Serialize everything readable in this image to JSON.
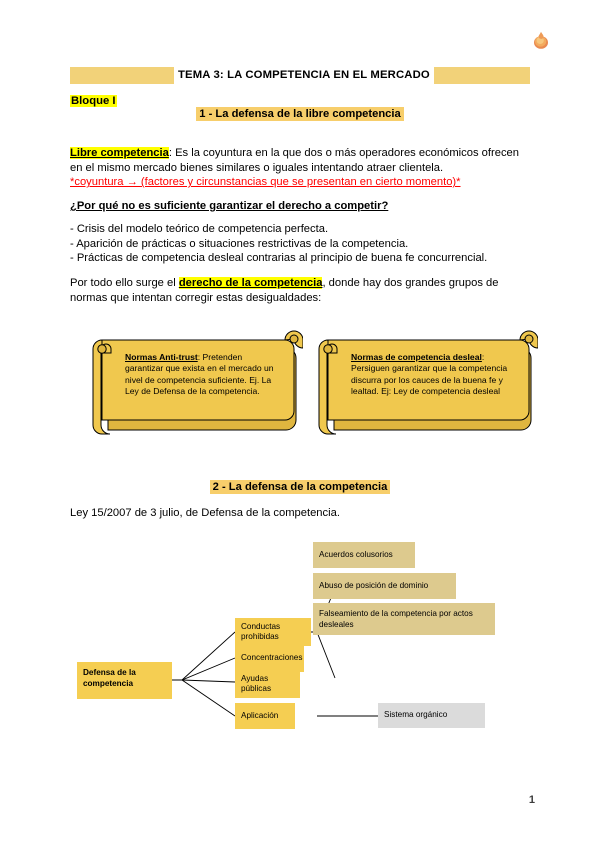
{
  "document": {
    "title": "TEMA 3: LA COMPETENCIA EN EL MERCADO",
    "bloque": "Bloque I",
    "page_number": "1",
    "corner_icon": "flame-icon"
  },
  "sections": {
    "s1_heading": "1 - La defensa de la libre competencia",
    "s2_heading": "2 - La defensa de la competencia"
  },
  "body": {
    "libre_term": "Libre competencia",
    "libre_def": ": Es la coyuntura en la que dos o más operadores económicos ofrecen en el mismo mercado bienes similares o iguales intentando atraer clientela.",
    "coyuntura_note": "*coyuntura → (factores y circunstancias que se presentan en cierto momento)*",
    "question": "¿Por qué no es suficiente garantizar el derecho a competir?",
    "bullets": [
      "- Crisis del modelo teórico de competencia perfecta.",
      "- Aparición de prácticas o situaciones restrictivas de la competencia.",
      "- Prácticas de competencia desleal contrarias al principio de buena fe concurrencial."
    ],
    "portodo_pre": "Por todo ello surge el ",
    "portodo_hl": "derecho de la competencia",
    "portodo_post": ", donde hay dos grandes grupos de normas que intentan corregir estas desigualdades:",
    "ley": "Ley 15/2007 de 3 julio, de Defensa de la competencia."
  },
  "scrolls": [
    {
      "term": "Normas Anti-trust",
      "text": ": Pretenden garantizar que exista en el mercado un nivel de competencia suficiente. Ej. La Ley de Defensa de la competencia."
    },
    {
      "term": "Normas de competencia desleal",
      "text": ": Persiguen garantizar que la competencia discurra por los cauces de la buena fe y lealtad. Ej: Ley de competencia desleal"
    }
  ],
  "diagram": {
    "root": "Defensa de la competencia",
    "branches": [
      "Conductas prohibidas",
      "Concentraciones",
      "Ayudas públicas",
      "Aplicación"
    ],
    "conductas_children": [
      "Acuerdos colusorios",
      "Abuso de posición de dominio",
      "Falseamiento de la competencia por actos desleales"
    ],
    "aplicacion_child": "Sistema orgánico"
  },
  "colors": {
    "highlight_yellow": "#FFFF00",
    "band_gold": "#F2D279",
    "heading_gold": "#F7CE6B",
    "scroll_gold": "#F0C84E",
    "node_gold": "#F5CE52",
    "node_tan": "#DDCA8E",
    "node_gray": "#DBDBDB",
    "note_red": "#FF0000"
  }
}
